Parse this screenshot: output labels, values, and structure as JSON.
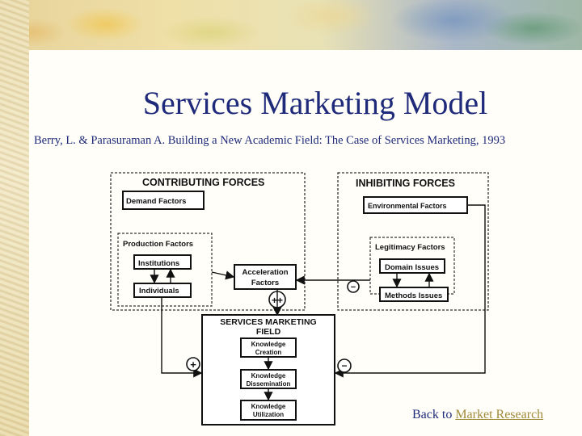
{
  "slide": {
    "title": "Services Marketing Model",
    "citation": "Berry, L. & Parasuraman A. Building a New Academic Field: The Case of Services Marketing, 1993",
    "back_prefix": "Back to",
    "back_link": "Market Research"
  },
  "diagram": {
    "contributing": {
      "heading": "CONTRIBUTING FORCES",
      "demand": "Demand Factors",
      "production": "Production Factors",
      "institutions": "Institutions",
      "individuals": "Individuals"
    },
    "acceleration": {
      "line1": "Acceleration",
      "line2": "Factors"
    },
    "inhibiting": {
      "heading": "INHIBITING FORCES",
      "environmental": "Environmental Factors",
      "legitimacy": "Legitimacy Factors",
      "domain": "Domain Issues",
      "methods": "Methods Issues"
    },
    "field": {
      "line1": "SERVICES MARKETING",
      "line2": "FIELD",
      "creation": {
        "line1": "Knowledge",
        "line2": "Creation"
      },
      "dissemination": {
        "line1": "Knowledge",
        "line2": "Dissemination"
      },
      "utilization": {
        "line1": "Knowledge",
        "line2": "Utilization"
      }
    },
    "signs": {
      "plus_plus": "++",
      "plus": "+",
      "minus": "−"
    }
  }
}
